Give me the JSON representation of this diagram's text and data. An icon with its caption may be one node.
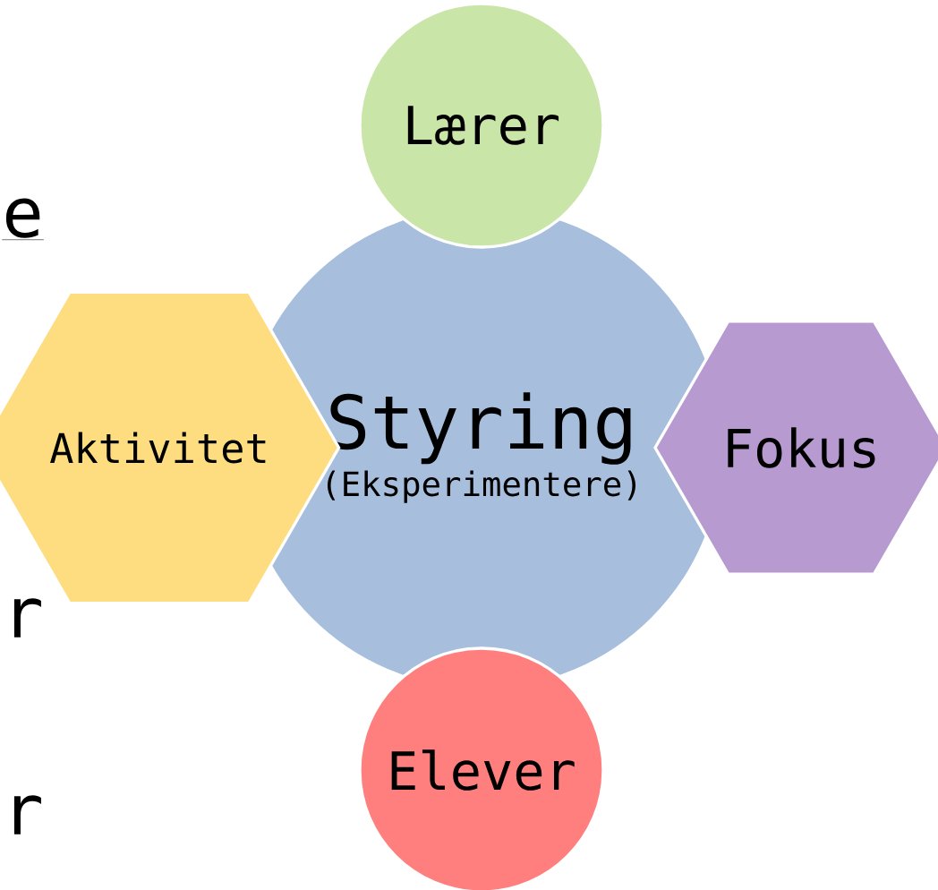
{
  "diagram": {
    "nodes": [
      {
        "text": [
          "Styring",
          "(Eksperimentere)"
        ]
      },
      {
        "text": [
          "Lærer"
        ]
      },
      {
        "text": [
          "Aktivitet"
        ]
      },
      {
        "text": [
          "Fokus"
        ]
      },
      {
        "text": [
          "Elever"
        ]
      }
    ],
    "labels": [
      "e",
      "r",
      "r"
    ]
  }
}
